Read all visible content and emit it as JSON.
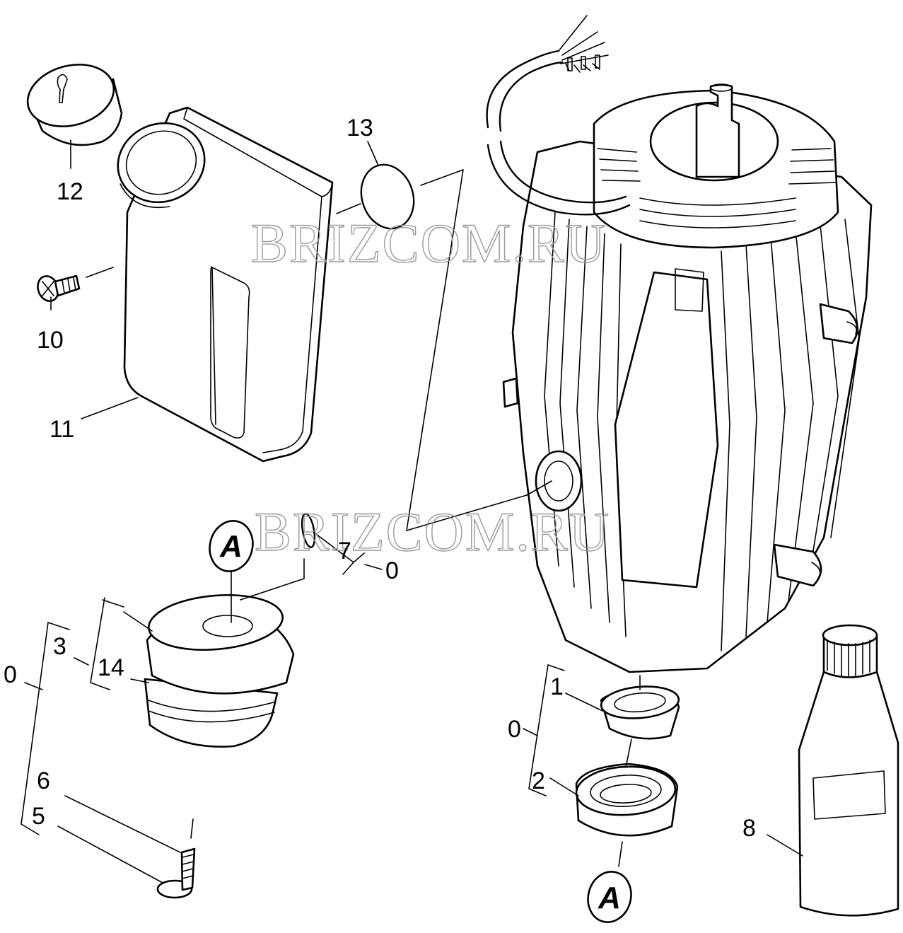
{
  "watermark": "BRIZCOM.RU",
  "marker_label": "A",
  "callouts": {
    "c0_left": "0",
    "c0_mid": "0",
    "c0_right": "0",
    "c1": "1",
    "c2": "2",
    "c3": "3",
    "c5": "5",
    "c6": "6",
    "c7": "7",
    "c8": "8",
    "c10": "10",
    "c11": "11",
    "c12": "12",
    "c13": "13",
    "c14": "14"
  }
}
